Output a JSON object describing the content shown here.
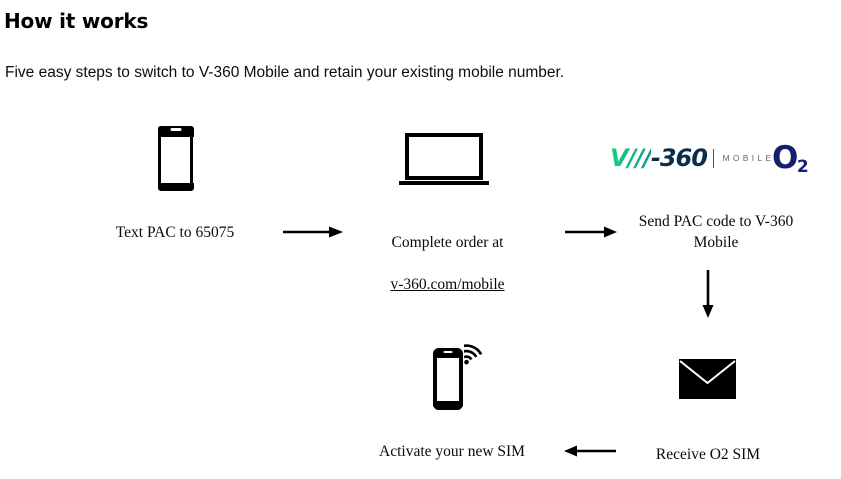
{
  "header": {
    "title": "How it works",
    "subtitle": "Five easy steps to switch to V-360 Mobile and retain your existing mobile number."
  },
  "brand": {
    "logo_mark_v": "V///",
    "logo_mark_360": "-360",
    "logo_mobile_word": "MOBILE",
    "o2_letter": "O",
    "o2_digit": "2",
    "colors": {
      "logo_green": "#14d17a",
      "logo_teal": "#0f8f8f",
      "logo_navy": "#0c2d4a",
      "mobile_grey": "#5c6b72",
      "o2_navy": "#151f6d",
      "ink": "#000000",
      "background": "#ffffff"
    }
  },
  "steps": [
    {
      "id": "step-1",
      "icon": "smartphone-icon",
      "caption": "Text PAC to 65075"
    },
    {
      "id": "step-2",
      "icon": "laptop-icon",
      "caption_line1": "Complete order at",
      "caption_link": "v-360.com/mobile"
    },
    {
      "id": "step-3",
      "icon": "v360-mobile-logo",
      "icon_secondary": "o2-logo",
      "caption": "Send PAC code to V-360\nMobile"
    },
    {
      "id": "step-4",
      "icon": "envelope-icon",
      "caption": "Receive O2 SIM"
    },
    {
      "id": "step-5",
      "icon": "smartphone-signal-icon",
      "caption": "Activate your new SIM"
    }
  ],
  "connectors": [
    {
      "id": "arrow-step1-to-step2",
      "direction": "right"
    },
    {
      "id": "arrow-step2-to-step3",
      "direction": "right"
    },
    {
      "id": "arrow-step3-to-step4",
      "direction": "down"
    },
    {
      "id": "arrow-step4-to-step5",
      "direction": "left"
    }
  ]
}
